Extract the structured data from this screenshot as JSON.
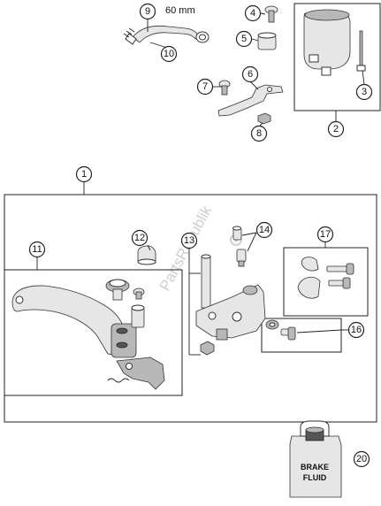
{
  "callouts": {
    "c1": "1",
    "c2": "2",
    "c3": "3",
    "c4": "4",
    "c5": "5",
    "c6": "6",
    "c7": "7",
    "c8": "8",
    "c9": "9",
    "c10": "10",
    "c11": "11",
    "c12": "12",
    "c13": "13",
    "c14": "14",
    "c16": "16",
    "c17": "17",
    "c20": "20"
  },
  "hose_length": "60 mm",
  "can_label": {
    "line1": "BRAKE",
    "line2": "FLUID"
  },
  "watermark": "PartsRepublik",
  "colors": {
    "line": "#222222",
    "watermark": "#cfcfcf"
  }
}
